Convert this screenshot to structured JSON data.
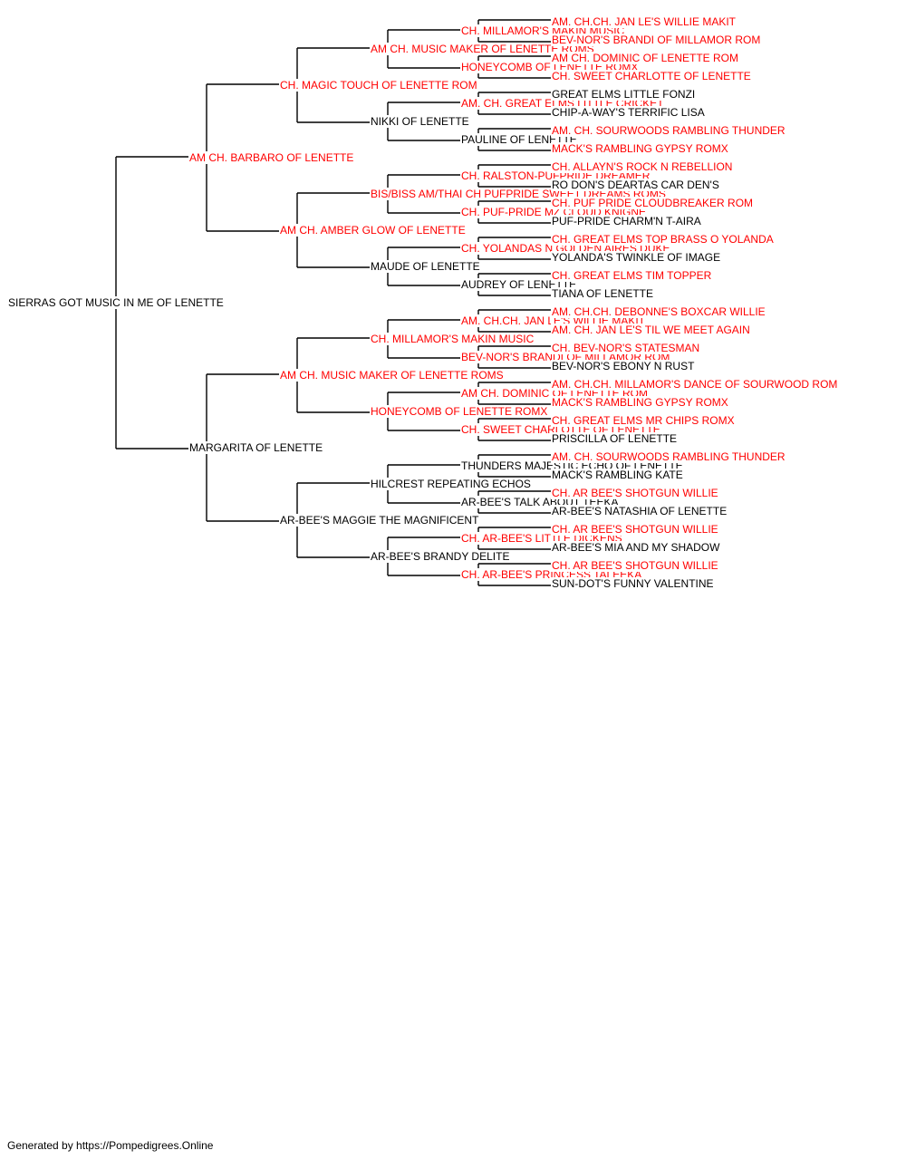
{
  "colors": {
    "champion": "#ff0000",
    "normal": "#000000",
    "line": "#000000"
  },
  "pedigree": {
    "name": "SIERRAS GOT MUSIC IN ME OF LENETTE",
    "champion": false,
    "sire": {
      "name": "AM CH. BARBARO OF LENETTE",
      "champion": true,
      "sire": {
        "name": "CH. MAGIC TOUCH OF LENETTE ROM",
        "champion": true,
        "sire": {
          "name": "AM CH. MUSIC MAKER OF LENETTE ROMS",
          "champion": true,
          "sire": {
            "name": "CH. MILLAMOR'S MAKIN MUSIC",
            "champion": true,
            "sire": {
              "name": "AM. CH.CH. JAN LE'S WILLIE MAKIT",
              "champion": true
            },
            "dam": {
              "name": "BEV-NOR'S BRANDI OF MILLAMOR ROM",
              "champion": true
            }
          },
          "dam": {
            "name": "HONEYCOMB OF LENETTE ROMX",
            "champion": true,
            "sire": {
              "name": "AM CH. DOMINIC OF LENETTE ROM",
              "champion": true
            },
            "dam": {
              "name": "CH. SWEET CHARLOTTE OF LENETTE",
              "champion": true
            }
          }
        },
        "dam": {
          "name": "NIKKI OF LENETTE",
          "champion": false,
          "sire": {
            "name": "AM. CH. GREAT ELMS LITTLE CRICKET",
            "champion": true,
            "sire": {
              "name": "GREAT ELMS LITTLE FONZI",
              "champion": false
            },
            "dam": {
              "name": "CHIP-A-WAY'S TERRIFIC LISA",
              "champion": false
            }
          },
          "dam": {
            "name": "PAULINE OF LENETTE",
            "champion": false,
            "sire": {
              "name": "AM. CH. SOURWOODS RAMBLING THUNDER",
              "champion": true
            },
            "dam": {
              "name": "MACK'S RAMBLING GYPSY ROMX",
              "champion": true
            }
          }
        }
      },
      "dam": {
        "name": "AM CH. AMBER GLOW OF LENETTE",
        "champion": true,
        "sire": {
          "name": "BIS/BISS AM/THAI CH PUFPRIDE SWEET DREAMS ROMS",
          "champion": true,
          "sire": {
            "name": "CH. RALSTON-PUFPRIDE DREAMER",
            "champion": true,
            "sire": {
              "name": "CH. ALLAYN'S ROCK N REBELLION",
              "champion": true
            },
            "dam": {
              "name": "RO DON'S DEARTAS CAR DEN'S",
              "champion": false
            }
          },
          "dam": {
            "name": "CH. PUF-PRIDE MZ CLOUD KNIGNE",
            "champion": true,
            "sire": {
              "name": "CH. PUF PRIDE CLOUDBREAKER ROM",
              "champion": true
            },
            "dam": {
              "name": "PUF-PRIDE CHARM'N T-AIRA",
              "champion": false
            }
          }
        },
        "dam": {
          "name": "MAUDE OF LENETTE",
          "champion": false,
          "sire": {
            "name": "CH. YOLANDAS N GOLDEN AIRES DUKE",
            "champion": true,
            "sire": {
              "name": "CH. GREAT ELMS TOP BRASS O YOLANDA",
              "champion": true
            },
            "dam": {
              "name": "YOLANDA'S TWINKLE OF IMAGE",
              "champion": false
            }
          },
          "dam": {
            "name": "AUDREY OF LENETTE",
            "champion": false,
            "sire": {
              "name": "CH. GREAT ELMS TIM TOPPER",
              "champion": true
            },
            "dam": {
              "name": "TIANA OF LENETTE",
              "champion": false
            }
          }
        }
      }
    },
    "dam": {
      "name": "MARGARITA OF LENETTE",
      "champion": false,
      "sire": {
        "name": "AM CH. MUSIC MAKER OF LENETTE ROMS",
        "champion": true,
        "sire": {
          "name": "CH. MILLAMOR'S MAKIN MUSIC",
          "champion": true,
          "sire": {
            "name": "AM. CH.CH. JAN LE'S WILLIE MAKIT",
            "champion": true,
            "sire": {
              "name": "AM. CH.CH. DEBONNE'S BOXCAR WILLIE",
              "champion": true
            },
            "dam": {
              "name": "AM. CH. JAN LE'S TIL WE MEET AGAIN",
              "champion": true
            }
          },
          "dam": {
            "name": "BEV-NOR'S BRANDI OF MILLAMOR ROM",
            "champion": true,
            "sire": {
              "name": "CH. BEV-NOR'S STATESMAN",
              "champion": true
            },
            "dam": {
              "name": "BEV-NOR'S EBONY N RUST",
              "champion": false
            }
          }
        },
        "dam": {
          "name": "HONEYCOMB OF LENETTE ROMX",
          "champion": true,
          "sire": {
            "name": "AM CH. DOMINIC OF LENETTE ROM",
            "champion": true,
            "sire": {
              "name": "AM. CH.CH. MILLAMOR'S DANCE OF SOURWOOD ROM",
              "champion": true
            },
            "dam": {
              "name": "MACK'S RAMBLING GYPSY ROMX",
              "champion": true
            }
          },
          "dam": {
            "name": "CH. SWEET CHARLOTTE OF LENETTE",
            "champion": true,
            "sire": {
              "name": "CH. GREAT ELMS MR CHIPS ROMX",
              "champion": true
            },
            "dam": {
              "name": "PRISCILLA OF LENETTE",
              "champion": false
            }
          }
        }
      },
      "dam": {
        "name": "AR-BEE'S MAGGIE THE MAGNIFICENT",
        "champion": false,
        "sire": {
          "name": "HILCREST REPEATING ECHOS",
          "champion": false,
          "sire": {
            "name": "THUNDERS MAJESTIC ECHO OF LENETTE",
            "champion": false,
            "sire": {
              "name": "AM. CH. SOURWOODS RAMBLING THUNDER",
              "champion": true
            },
            "dam": {
              "name": "MACK'S RAMBLING KATE",
              "champion": false
            }
          },
          "dam": {
            "name": "AR-BEE'S TALK ABOUT TEEKA",
            "champion": false,
            "sire": {
              "name": "CH. AR BEE'S SHOTGUN WILLIE",
              "champion": true
            },
            "dam": {
              "name": "AR-BEE'S NATASHIA OF LENETTE",
              "champion": false
            }
          }
        },
        "dam": {
          "name": "AR-BEE'S BRANDY DELITE",
          "champion": false,
          "sire": {
            "name": "CH. AR-BEE'S LITTLE DICKENS",
            "champion": true,
            "sire": {
              "name": "CH. AR BEE'S SHOTGUN WILLIE",
              "champion": true
            },
            "dam": {
              "name": "AR-BEE'S MIA AND MY SHADOW",
              "champion": false
            }
          },
          "dam": {
            "name": "CH. AR-BEE'S PRINCESS TALEEKA",
            "champion": true,
            "sire": {
              "name": "CH. AR BEE'S SHOTGUN WILLIE",
              "champion": true
            },
            "dam": {
              "name": "SUN-DOT'S FUNNY VALENTINE",
              "champion": false
            }
          }
        }
      }
    }
  },
  "footer": {
    "text": "Generated by https://Pompedigrees.Online"
  }
}
